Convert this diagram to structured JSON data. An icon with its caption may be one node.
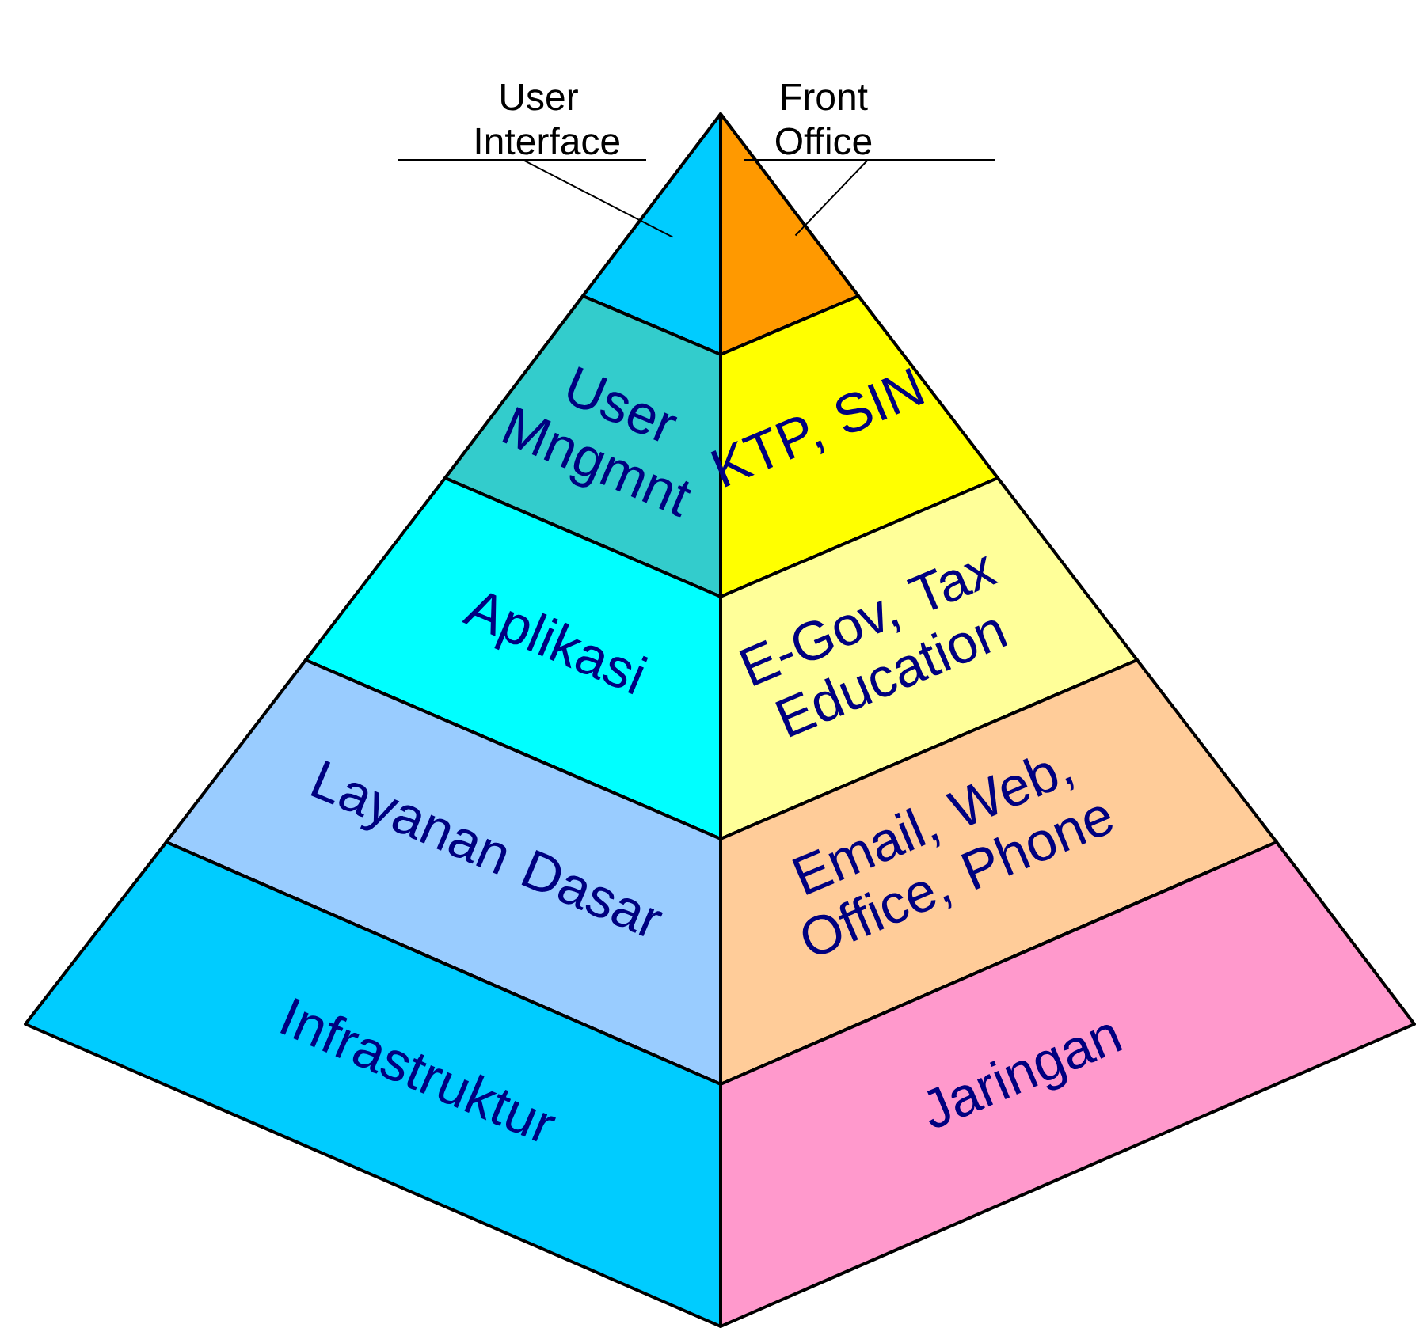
{
  "diagram": {
    "nodes": [
      {
        "text": [
          "User Interface"
        ]
      },
      {
        "text": [
          "Front Office"
        ]
      },
      {
        "text": [],
        "shape": "triangle"
      },
      {
        "text": [],
        "shape": "triangle"
      },
      {
        "text": [
          "User Mngmnt"
        ]
      },
      {
        "text": [
          "KTP, SIN"
        ]
      },
      {
        "text": [
          "Aplikasi"
        ]
      },
      {
        "text": [
          "E-Gov, Tax Education"
        ]
      },
      {
        "text": [
          "Layanan Dasar"
        ]
      },
      {
        "text": [
          "Email, Web, Office, Phone"
        ]
      },
      {
        "text": [
          "Infrastruktur"
        ]
      },
      {
        "text": [
          "Jaringan"
        ]
      }
    ],
    "edges": [
      {
        "from": 0,
        "to": 2,
        "arrow": "none"
      },
      {
        "from": 1,
        "to": 3,
        "arrow": "none"
      }
    ]
  }
}
